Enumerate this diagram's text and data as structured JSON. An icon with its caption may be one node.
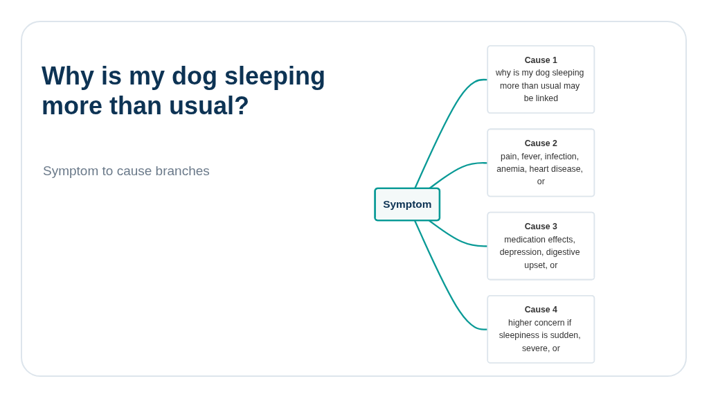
{
  "diagram": {
    "title": "Why is my dog sleeping more than usual?",
    "nodes": [
      {
        "text": [
          "Symptom"
        ]
      },
      {
        "text": [
          "Cause 1",
          "why is my dog sleeping more than usual may be linked"
        ]
      },
      {
        "text": [
          "Cause 2",
          "pain, fever, infection, anemia, heart disease, or"
        ]
      },
      {
        "text": [
          "Cause 3",
          "medication effects, depression, digestive upset, or"
        ]
      },
      {
        "text": [
          "Cause 4",
          "higher concern if sleepiness is sudden, severe, or"
        ]
      }
    ],
    "edges": [
      {
        "from": 0,
        "to": 1,
        "arrow": "none"
      },
      {
        "from": 0,
        "to": 2,
        "arrow": "none"
      },
      {
        "from": 0,
        "to": 3,
        "arrow": "none"
      },
      {
        "from": 0,
        "to": 4,
        "arrow": "none"
      }
    ],
    "labels": [
      "Symptom to cause branches"
    ]
  }
}
